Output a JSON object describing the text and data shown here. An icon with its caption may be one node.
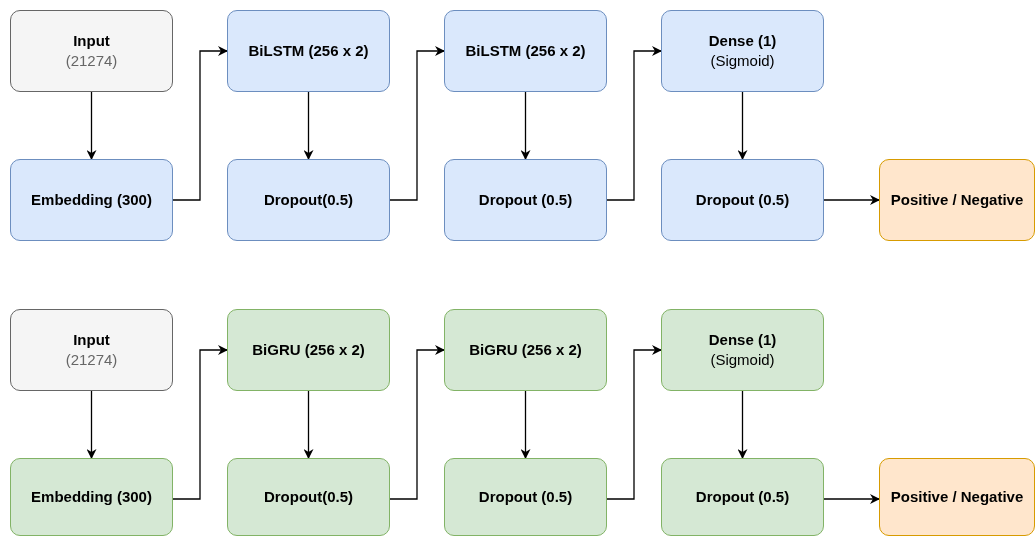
{
  "diagram": {
    "nodes": [
      {
        "text": [
          "Input",
          "(21274)"
        ]
      },
      {
        "text": [
          "BiLSTM (256 x 2)"
        ]
      },
      {
        "text": [
          "BiLSTM (256 x 2)"
        ]
      },
      {
        "text": [
          "Dense (1)",
          "(Sigmoid)"
        ]
      },
      {
        "text": [
          "Embedding (300)"
        ]
      },
      {
        "text": [
          "Dropout(0.5)"
        ]
      },
      {
        "text": [
          "Dropout (0.5)"
        ]
      },
      {
        "text": [
          "Dropout (0.5)"
        ]
      },
      {
        "text": [
          "Positive / Negative"
        ]
      },
      {
        "text": [
          "Input",
          "(21274)"
        ]
      },
      {
        "text": [
          "BiGRU (256 x 2)"
        ]
      },
      {
        "text": [
          "BiGRU (256 x 2)"
        ]
      },
      {
        "text": [
          "Dense (1)",
          "(Sigmoid)"
        ]
      },
      {
        "text": [
          "Embedding (300)"
        ]
      },
      {
        "text": [
          "Dropout(0.5)"
        ]
      },
      {
        "text": [
          "Dropout (0.5)"
        ]
      },
      {
        "text": [
          "Dropout (0.5)"
        ]
      },
      {
        "text": [
          "Positive / Negative"
        ]
      }
    ],
    "edges": [
      {
        "from": 0,
        "to": 4,
        "arrow": "to"
      },
      {
        "from": 4,
        "to": 1,
        "arrow": "to"
      },
      {
        "from": 1,
        "to": 5,
        "arrow": "to"
      },
      {
        "from": 5,
        "to": 2,
        "arrow": "to"
      },
      {
        "from": 2,
        "to": 6,
        "arrow": "to"
      },
      {
        "from": 6,
        "to": 3,
        "arrow": "to"
      },
      {
        "from": 3,
        "to": 7,
        "arrow": "to"
      },
      {
        "from": 7,
        "to": 8,
        "arrow": "to"
      },
      {
        "from": 9,
        "to": 13,
        "arrow": "to"
      },
      {
        "from": 13,
        "to": 10,
        "arrow": "to"
      },
      {
        "from": 10,
        "to": 14,
        "arrow": "to"
      },
      {
        "from": 14,
        "to": 11,
        "arrow": "to"
      },
      {
        "from": 11,
        "to": 15,
        "arrow": "to"
      },
      {
        "from": 15,
        "to": 12,
        "arrow": "to"
      },
      {
        "from": 12,
        "to": 16,
        "arrow": "to"
      },
      {
        "from": 16,
        "to": 17,
        "arrow": "to"
      }
    ]
  }
}
